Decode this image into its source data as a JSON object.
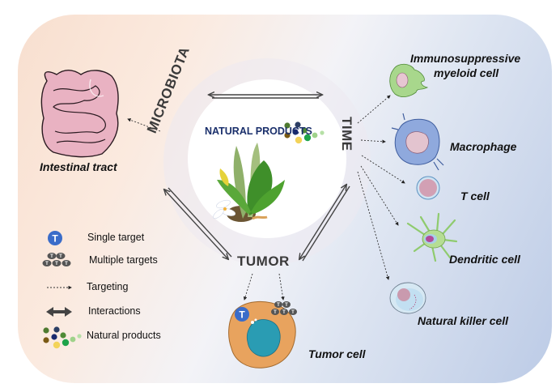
{
  "center": {
    "title": "NATURAL PRODUCTS",
    "nodes": {
      "microbiota": "MICROBIOTA",
      "time": "TIME",
      "tumor": "TUMOR"
    }
  },
  "targets": {
    "intestinal": "Intestinal tract",
    "myeloid_line1": "Immunosuppressive",
    "myeloid_line2": "myeloid cell",
    "macrophage": "Macrophage",
    "tcell": "T cell",
    "dendritic": "Dendritic cell",
    "nk": "Natural killer cell",
    "tumor_cell": "Tumor cell"
  },
  "legend": {
    "items": [
      {
        "icon": "single-target-icon",
        "label": "Single target"
      },
      {
        "icon": "multiple-targets-icon",
        "label": "Multiple targets"
      },
      {
        "icon": "dotted-arrow-icon",
        "label": "Targeting"
      },
      {
        "icon": "double-arrow-icon",
        "label": "Interactions"
      },
      {
        "icon": "dots-cluster-icon",
        "label": "Natural products"
      }
    ]
  },
  "target_glyph": "T",
  "colors": {
    "np_title": "#1a2f6b",
    "single_target": "#3a6cc9",
    "multi_target": "#555555",
    "dots": [
      "#4e7a2f",
      "#2c3e64",
      "#1a2a6e",
      "#4f8a36",
      "#7a5a14",
      "#f3d35a",
      "#1ea34a",
      "#9fd28a",
      "#b6e0a6"
    ]
  }
}
